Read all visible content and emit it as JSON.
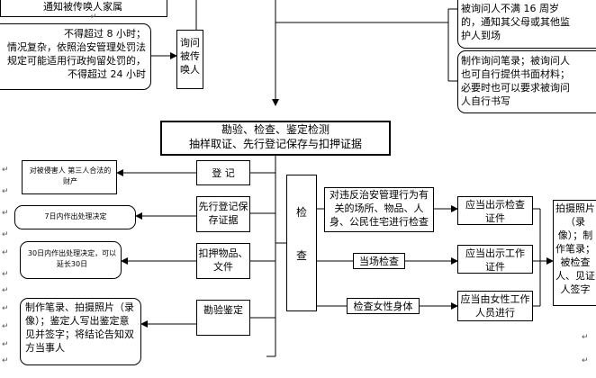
{
  "top": {
    "notify_family": "通知被传唤人家属",
    "time_limit": "不得超过 8 小时；\n情况复杂，依照治安管理处罚法规定可能适用行政拘留处罚的，不得超过 24 小时",
    "question_summoned": "询问被传唤人",
    "minor_guardian": "被询问人不满 16 周岁的，通知其父母或其他监护人到场",
    "record_statement": "制作询问笔录；被询问人也可自行提供书面材料；必要时也可以要求被询问人自行书写"
  },
  "header": {
    "line1": "勘验、检查、鉴定检测",
    "line2": "抽样取证、先行登记保存与扣押证据"
  },
  "left": {
    "victim_property": "对被侵害人    第三人合法的财产",
    "decide_7days": "7日内作出处理决定",
    "decide_30days": "30日内作出处理决定，可以延长30日",
    "survey_steps": "制作笔录、拍摄照片（录像）；鉴定人写出鉴定意见并签字；将结论告知双方当事人"
  },
  "middle": {
    "register": "登  记",
    "register_preserve": "先行登记保存证据",
    "seize": "扣押物品、文件",
    "survey": "勘验鉴定",
    "inspect": "检\n\n\n查"
  },
  "right": {
    "inspect_premises": "对违反治安管理行为有关的场所、物品、人身、公民住宅进行检查",
    "show_cert1": "应当出示检查证件",
    "onsite": "当场检查",
    "show_cert2": "应当出示工作证件",
    "female_body": "检查女性身体",
    "female_staff": "应当由女性工作人员进行",
    "photo_record": "拍摄照片（录像）；制作笔录；被检查人、见证人签字"
  },
  "marks": {
    "return": "↵",
    "anchor": "↵"
  }
}
